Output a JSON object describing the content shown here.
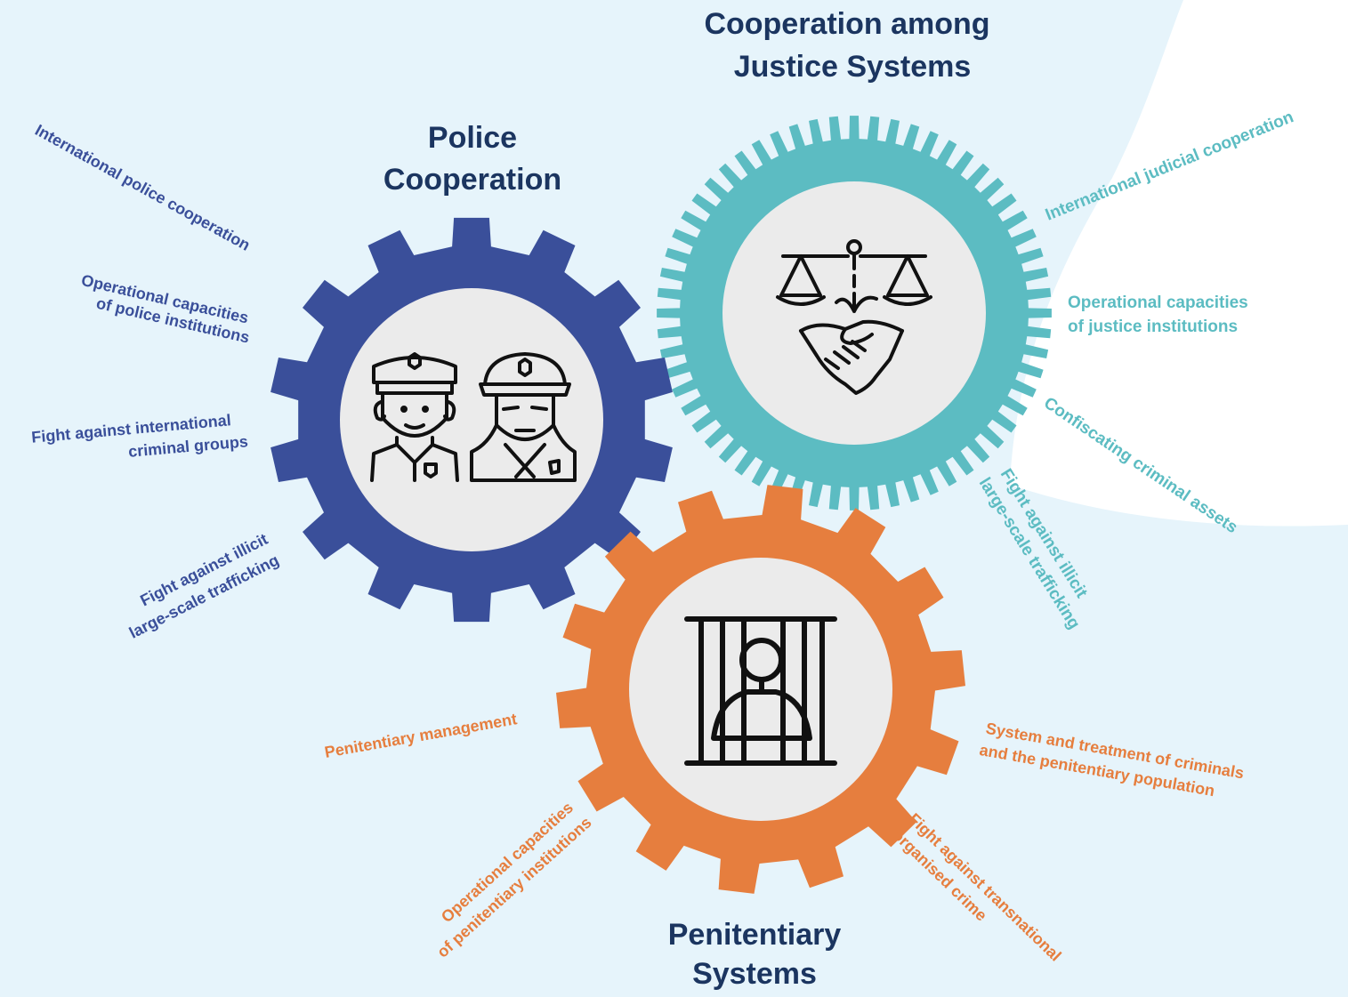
{
  "titles": {
    "justice_line1": "Cooperation among",
    "justice_line2": "Justice Systems",
    "police_line1": "Police",
    "police_line2": "Cooperation",
    "penitentiary_line1": "Penitentiary",
    "penitentiary_line2": "Systems"
  },
  "police_labels": {
    "international": "International police cooperation",
    "capacities_1": "Operational capacities",
    "capacities_2": "of police institutions",
    "groups_1": "Fight against international",
    "groups_2": "criminal groups",
    "trafficking_1": "Fight against illicit",
    "trafficking_2": "large-scale trafficking"
  },
  "justice_labels": {
    "international": "International judicial cooperation",
    "capacities_1": "Operational capacities",
    "capacities_2": "of justice institutions",
    "assets": "Confiscating criminal assets",
    "trafficking_1": "Fight against illicit",
    "trafficking_2": "large-scale trafficking"
  },
  "penitentiary_labels": {
    "management": "Penitentiary management",
    "treatment_1": "System and treatment of criminals",
    "treatment_2": "and the penitentiary population",
    "transnational_1": "Fight against transnational",
    "transnational_2": "organised crime",
    "capacities_1": "Operational capacities",
    "capacities_2": "of penitentiary institutions"
  },
  "icons": {
    "police": "police-officers-icon",
    "justice": "scales-handshake-icon",
    "penitentiary": "prisoner-behind-bars-icon"
  },
  "colors": {
    "background": "#e6f4fb",
    "police_gear": "#3a4f9a",
    "justice_gear": "#5cbcc2",
    "penitentiary_gear": "#e67e3e",
    "title": "#1b3560",
    "inner_circle": "#ebebeb"
  }
}
